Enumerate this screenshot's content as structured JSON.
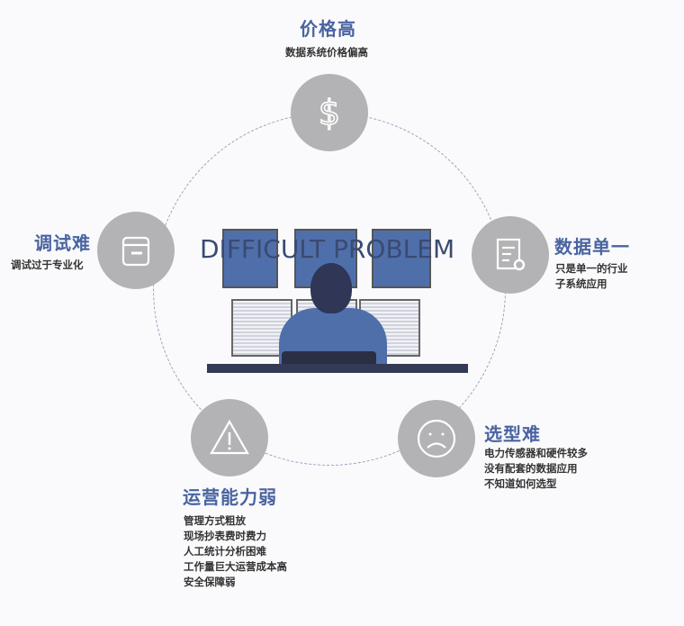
{
  "headline": "DIFFICULT PROBLEM",
  "items": [
    {
      "icon": "dollar-icon",
      "title": "价格高",
      "lines": [
        "数据系统价格偏高"
      ]
    },
    {
      "icon": "document-gear-icon",
      "title": "数据单一",
      "lines": [
        "只是单一的行业",
        "子系统应用"
      ]
    },
    {
      "icon": "sad-face-icon",
      "title": "选型难",
      "lines": [
        "电力传感器和硬件较多",
        "没有配套的数据应用",
        "不知道如何选型"
      ]
    },
    {
      "icon": "warning-icon",
      "title": "运营能力弱",
      "lines": [
        "管理方式粗放",
        "现场抄表费时费力",
        "人工统计分析困难",
        "工作量巨大运营成本高",
        "安全保障弱"
      ]
    },
    {
      "icon": "wallet-icon",
      "title": "调试难",
      "lines": [
        "调试过于专业化"
      ]
    }
  ]
}
